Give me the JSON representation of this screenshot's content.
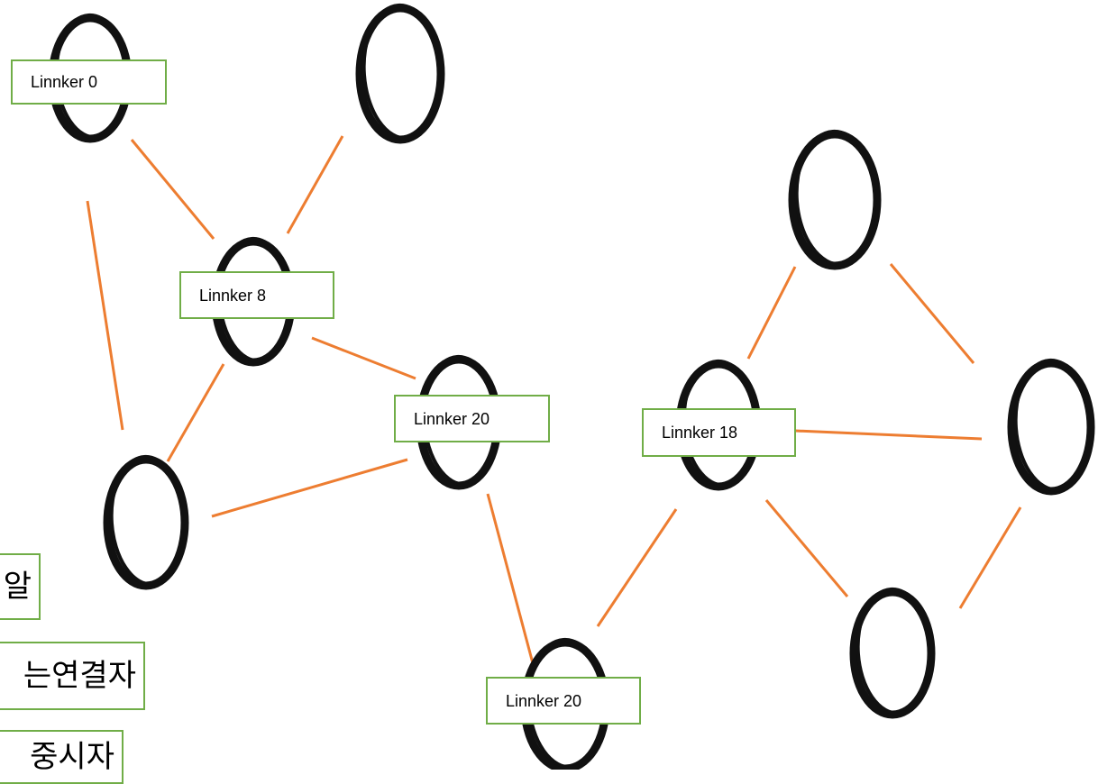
{
  "colors": {
    "edge": "#ED7D31",
    "label_border": "#70AD47",
    "node_ring": "#111111",
    "background": "#ffffff"
  },
  "nodes": [
    {
      "id": "n1",
      "label": "Linnker 0"
    },
    {
      "id": "n2",
      "label": ""
    },
    {
      "id": "n3",
      "label": "Linnker 8"
    },
    {
      "id": "n4",
      "label": ""
    },
    {
      "id": "n5",
      "label": "Linnker 20"
    },
    {
      "id": "n6",
      "label": "Linnker 20"
    },
    {
      "id": "n7",
      "label": "Linnker 18"
    },
    {
      "id": "n8",
      "label": ""
    },
    {
      "id": "n9",
      "label": ""
    },
    {
      "id": "n10",
      "label": ""
    }
  ],
  "edges": [
    [
      "n1",
      "n3"
    ],
    [
      "n2",
      "n3"
    ],
    [
      "n1",
      "n4"
    ],
    [
      "n3",
      "n4"
    ],
    [
      "n3",
      "n5"
    ],
    [
      "n4",
      "n5"
    ],
    [
      "n5",
      "n6"
    ],
    [
      "n6",
      "n7"
    ],
    [
      "n7",
      "n8"
    ],
    [
      "n8",
      "n9"
    ],
    [
      "n7",
      "n9"
    ],
    [
      "n7",
      "n10"
    ],
    [
      "n9",
      "n10"
    ]
  ],
  "side_labels": [
    {
      "id": "s1",
      "text": "알"
    },
    {
      "id": "s2",
      "text": "는연결자"
    },
    {
      "id": "s3",
      "text": "중시자"
    }
  ]
}
